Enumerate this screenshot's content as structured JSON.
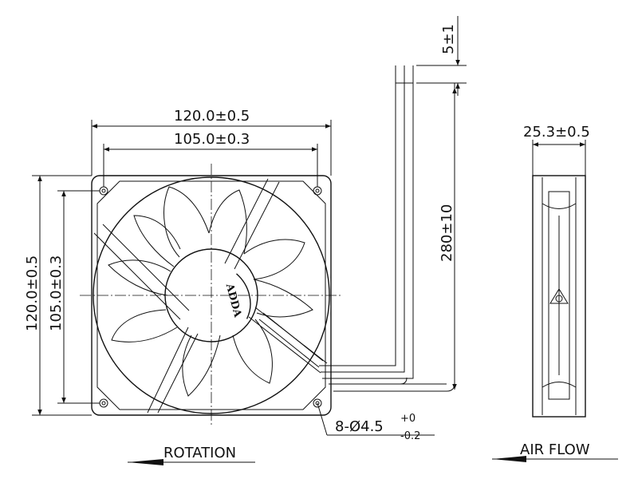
{
  "dimensions": {
    "front_width_outer": "120.0±0.5",
    "front_width_hole": "105.0±0.3",
    "front_height_outer": "120.0±0.5",
    "front_height_hole": "105.0±0.3",
    "side_depth": "25.3±0.5",
    "wire_length": "280±10",
    "wire_strip": "5±1",
    "holes_prefix": "8-Ø4.5",
    "holes_tol_upper": "+0",
    "holes_tol_lower": "-0.2"
  },
  "labels": {
    "rotation": "ROTATION",
    "airflow": "AIR FLOW",
    "logo": "ADDA"
  },
  "colors": {
    "line": "#111111",
    "background": "#ffffff"
  }
}
